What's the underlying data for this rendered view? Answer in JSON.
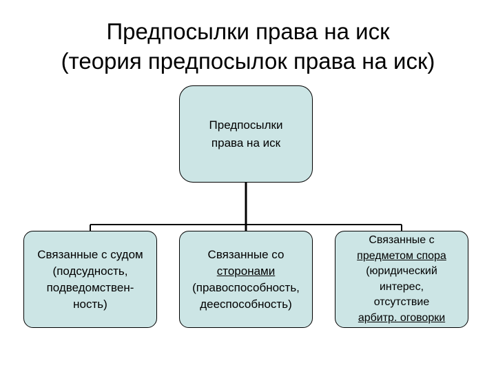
{
  "title": {
    "line1": "Предпосылки права на иск",
    "line2": "(теория предпосылок права на иск)"
  },
  "root": {
    "lines": [
      "Предпосылки",
      "права на иск"
    ]
  },
  "children": [
    {
      "lines": [
        "Связанные с судом",
        "(подсудность,",
        "подведомствен-",
        "ность)"
      ]
    },
    {
      "lines": [
        "Связанные со",
        "сторонами",
        "(правоспособность,",
        "дееспособность)"
      ]
    },
    {
      "lines": [
        "Связанные с",
        "предметом спора",
        "(юридический",
        "интерес,",
        "отсутствие",
        "арбитр. оговорки"
      ]
    }
  ],
  "colors": {
    "node_fill": "#cce5e5",
    "line": "#000000"
  }
}
